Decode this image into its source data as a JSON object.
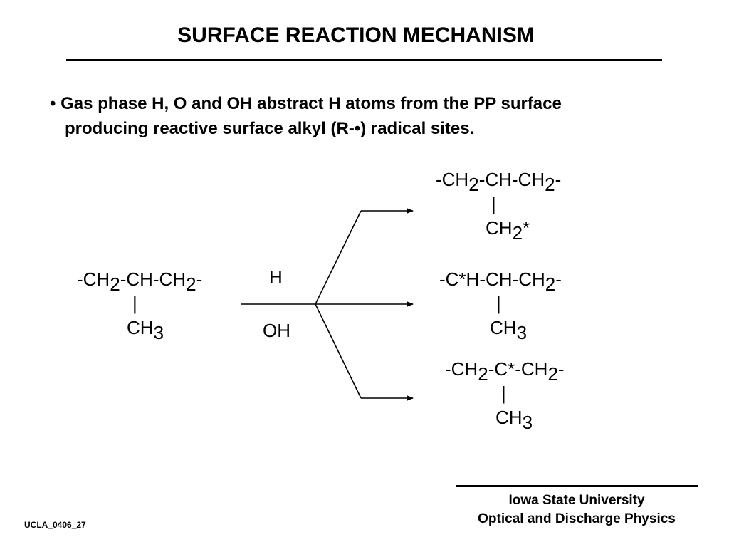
{
  "title": "SURFACE REACTION MECHANISM",
  "bullet": {
    "symbol": "•",
    "line1": "Gas phase H, O and OH abstract H atoms from the PP surface",
    "line2": "producing reactive surface alkyl (R-•) radical sites."
  },
  "reactant": {
    "chain_a": "-CH",
    "sub_a": "2",
    "chain_b": "-CH-CH",
    "sub_b": "2",
    "chain_c": "-",
    "bond": "|",
    "branch": "CH",
    "branch_sub": "3"
  },
  "reagents": {
    "above": "H",
    "below": "OH"
  },
  "products": [
    {
      "chain_a": "-CH",
      "sub_a": "2",
      "chain_b": "-CH-CH",
      "sub_b": "2",
      "chain_c": "-",
      "bond": "|",
      "branch": "CH",
      "branch_sub": "2",
      "branch_suffix": "*"
    },
    {
      "chain_a": "-C*H-CH-CH",
      "sub_a": "2",
      "chain_b": "-",
      "bond": "|",
      "branch": "CH",
      "branch_sub": "3"
    },
    {
      "chain_a": "-CH",
      "sub_a": "2",
      "chain_b": "-C*-CH",
      "sub_b": "2",
      "chain_c": "-",
      "bond": "|",
      "branch": "CH",
      "branch_sub": "3"
    }
  ],
  "footer": {
    "institution": "Iowa State University",
    "group": "Optical and Discharge Physics",
    "slide_id": "UCLA_0406_27"
  }
}
